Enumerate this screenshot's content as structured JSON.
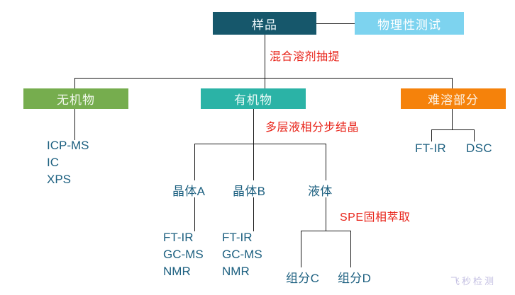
{
  "diagram": {
    "title_node": "样品",
    "watermark": "飞秒检测",
    "colors": {
      "sample": "#16576b",
      "physical": "#7dd3ef",
      "inorganic": "#76ad4e",
      "organic": "#2bb3a6",
      "insoluble": "#f5820b",
      "leaf_text": "#1d6080",
      "process_text": "#e8251b",
      "connector": "#1a1a1a",
      "watermark": "#b9b4dd",
      "background": "#ffffff"
    },
    "nodes": {
      "sample": "样品",
      "physical_test": "物理性测试",
      "inorganic": "无机物",
      "organic": "有机物",
      "insoluble": "难溶部分",
      "crystal_a": "晶体A",
      "crystal_b": "晶体B",
      "liquid": "液体",
      "component_c": "组分C",
      "component_d": "组分D"
    },
    "processes": {
      "mixed_solvent_extraction": "混合溶剂抽提",
      "multilayer_crystallization": "多层液相分步结晶",
      "spe": "SPE固相萃取"
    },
    "analyses": {
      "inorganic_methods": [
        "ICP-MS",
        "IC",
        "XPS"
      ],
      "insoluble_methods": [
        "FT-IR",
        "DSC"
      ],
      "crystal_a_methods": [
        "FT-IR",
        "GC-MS",
        "NMR"
      ],
      "crystal_b_methods": [
        "FT-IR",
        "GC-MS",
        "NMR"
      ]
    }
  }
}
